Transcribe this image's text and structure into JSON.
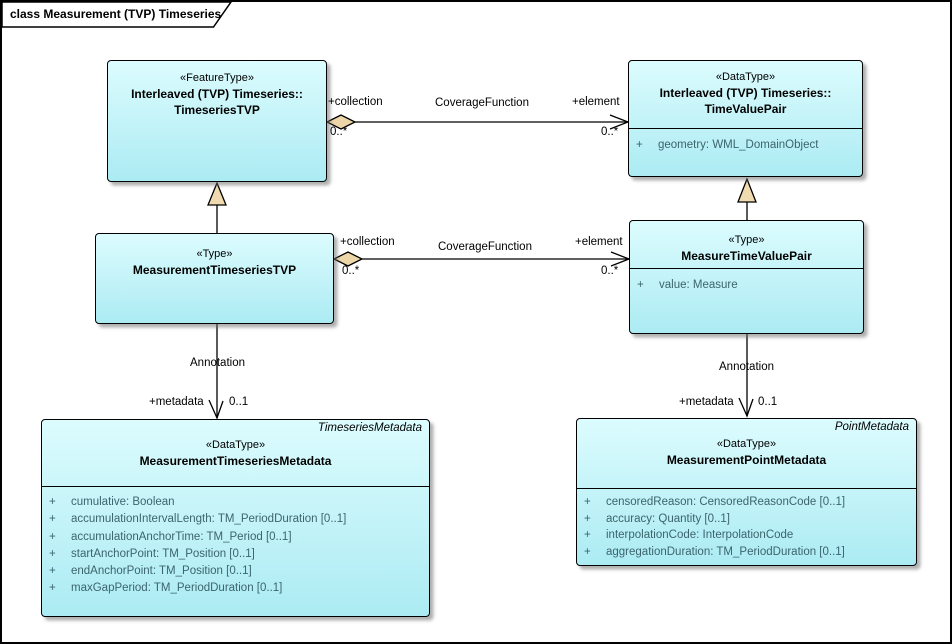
{
  "diagram": {
    "title": "class Measurement (TVP) Timeseries"
  },
  "classes": [
    {
      "stereotype": "«FeatureType»",
      "name1": "Interleaved (TVP) Timeseries::",
      "name2": "TimeseriesTVP"
    },
    {
      "stereotype": "«DataType»",
      "name1": "Interleaved (TVP) Timeseries::",
      "name2": "TimeValuePair",
      "attributes": [
        {
          "vis": "+",
          "text": "geometry: WML_DomainObject"
        }
      ]
    },
    {
      "stereotype": "«Type»",
      "name1": "MeasurementTimeseriesTVP"
    },
    {
      "stereotype": "«Type»",
      "name1": "MeasureTimeValuePair",
      "attributes": [
        {
          "vis": "+",
          "text": "value: Measure"
        }
      ]
    },
    {
      "tag": "TimeseriesMetadata",
      "stereotype": "«DataType»",
      "name1": "MeasurementTimeseriesMetadata",
      "attributes": [
        {
          "vis": "+",
          "text": "cumulative: Boolean"
        },
        {
          "vis": "+",
          "text": "accumulationIntervalLength: TM_PeriodDuration [0..1]"
        },
        {
          "vis": "+",
          "text": "accumulationAnchorTime: TM_Period [0..1]"
        },
        {
          "vis": "+",
          "text": "startAnchorPoint: TM_Position [0..1]"
        },
        {
          "vis": "+",
          "text": "endAnchorPoint: TM_Position [0..1]"
        },
        {
          "vis": "+",
          "text": "maxGapPeriod: TM_PeriodDuration [0..1]"
        }
      ]
    },
    {
      "tag": "PointMetadata",
      "stereotype": "«DataType»",
      "name1": "MeasurementPointMetadata",
      "attributes": [
        {
          "vis": "+",
          "text": "censoredReason: CensoredReasonCode [0..1]"
        },
        {
          "vis": "+",
          "text": "accuracy: Quantity [0..1]"
        },
        {
          "vis": "+",
          "text": "interpolationCode: InterpolationCode"
        },
        {
          "vis": "+",
          "text": "aggregationDuration: TM_PeriodDuration [0..1]"
        }
      ]
    }
  ],
  "connectors": {
    "assoc_top": {
      "name": "CoverageFunction",
      "source_role": "+collection",
      "source_mult": "0..*",
      "target_role": "+element",
      "target_mult": "0..*"
    },
    "assoc_mid": {
      "name": "CoverageFunction",
      "source_role": "+collection",
      "source_mult": "0..*",
      "target_role": "+element",
      "target_mult": "0..*"
    },
    "ann_left": {
      "name": "Annotation",
      "target_role": "+metadata",
      "target_mult": "0..1"
    },
    "ann_right": {
      "name": "Annotation",
      "target_role": "+metadata",
      "target_mult": "0..1"
    }
  },
  "colors": {
    "box_fill_top": "#DCFCFE",
    "box_fill_bottom": "#ACEBF3",
    "box_border": "#000000",
    "attribute_text": "#3C646C",
    "diamond_fill": "#EDD6A8",
    "triangle_fill": "#F0DBB0",
    "line": "#000000"
  }
}
